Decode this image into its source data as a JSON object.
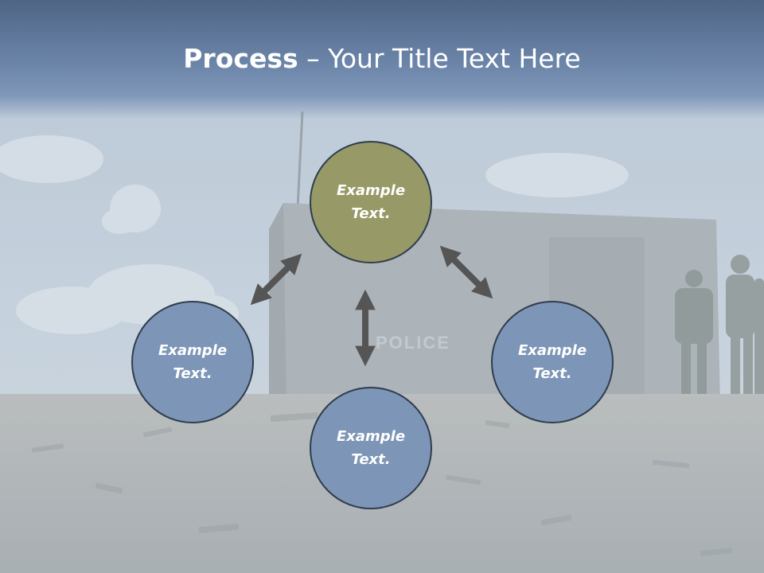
{
  "slide": {
    "title_bold": "Process",
    "title_rest": " – Your Title Text Here"
  },
  "cycle": {
    "nodes": [
      {
        "id": "top",
        "text": "Example Text.",
        "color": "#979966"
      },
      {
        "id": "left",
        "text": "Example Text.",
        "color": "#7d95b7"
      },
      {
        "id": "right",
        "text": "Example Text.",
        "color": "#7d95b7"
      },
      {
        "id": "bottom",
        "text": "Example Text.",
        "color": "#7d95b7"
      }
    ],
    "arrow_color": "#555555"
  },
  "background": {
    "sky_color": "#c3cfdc",
    "ground_color": "#a8acad",
    "building_label": "POLICE"
  }
}
